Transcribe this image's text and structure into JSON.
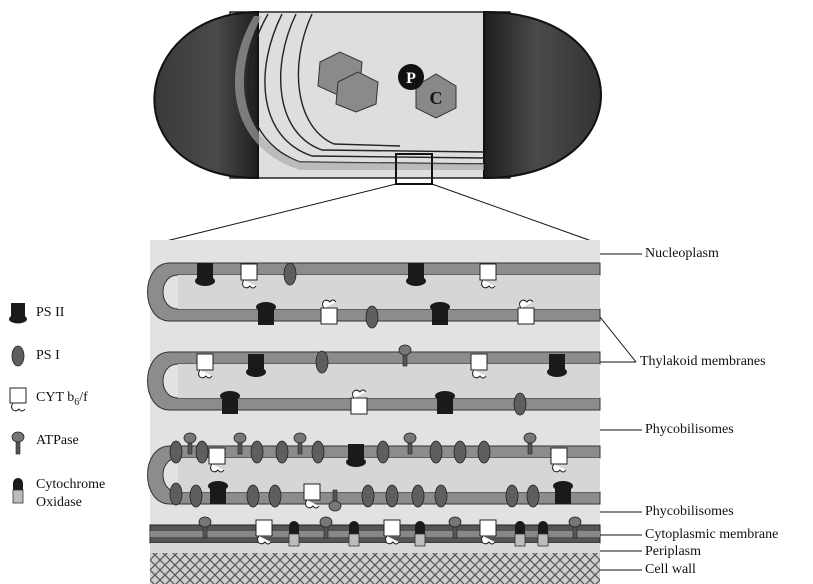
{
  "cell": {
    "phosphate_symbol": "P",
    "carboxysome_symbol": "C"
  },
  "legend": {
    "ps2": "PS II",
    "ps1": "PS I",
    "cyt_main": "CYT b",
    "cyt_sub": "6",
    "cyt_end": "/f",
    "atpase": "ATPase",
    "cyto_oxidase_line1": "Cytochrome",
    "cyto_oxidase_line2": "Oxidase"
  },
  "labels": {
    "nucleoplasm": "Nucleoplasm",
    "thylakoid": "Thylakoid membranes",
    "phycobilisomes_1": "Phycobilisomes",
    "phycobilisomes_2": "Phycobilisomes",
    "cytoplasmic": "Cytoplasmic membrane",
    "periplasm": "Periplasm",
    "cell_wall": "Cell wall"
  },
  "colors": {
    "cell_cap": "#2a2a2a",
    "membrane_band": "#8c8c8c",
    "membrane_fill": "#d6d6d6",
    "ps2": "#1a1a1a",
    "ps1": "#5e5e5e",
    "panel_bg": "#e2e2e2"
  }
}
